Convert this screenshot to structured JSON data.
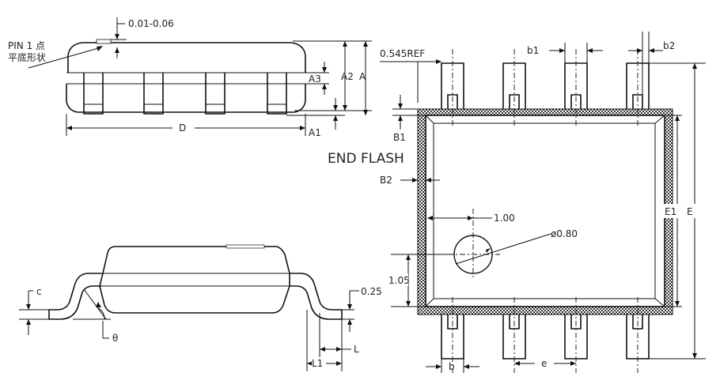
{
  "labels": {
    "flatness": "0.01-0.06",
    "pin1_line1": "PIN 1 点",
    "pin1_line2": "平底形状",
    "A3": "A3",
    "A2": "A2",
    "A": "A",
    "A1": "A1",
    "D": "D",
    "ref": "0.545REF",
    "b1": "b1",
    "b2": "b2",
    "B1": "B1",
    "B2": "B2",
    "end_flash": "END FLASH",
    "d100": "1.00",
    "d080": "ø0.80",
    "d105": "1.05",
    "E1": "E1",
    "E": "E",
    "b": "b",
    "e": "e",
    "c": "c",
    "theta": "θ",
    "d025": "0.25",
    "L": "L",
    "L1": "L1"
  }
}
